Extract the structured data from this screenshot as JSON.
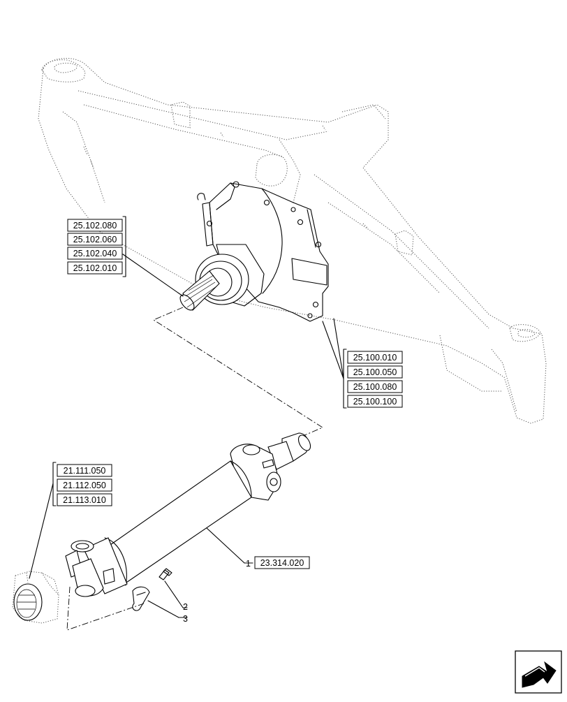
{
  "refs_axle_left": [
    "25.102.080",
    "25.102.060",
    "25.102.040",
    "25.102.010"
  ],
  "refs_axle_right": [
    "25.100.010",
    "25.100.050",
    "25.100.080",
    "25.100.100"
  ],
  "refs_yoke": [
    "21.111.050",
    "21.112.050",
    "21.113.010"
  ],
  "callouts": [
    {
      "num": "1",
      "ref": "23.314.020"
    },
    {
      "num": "2",
      "ref": ""
    },
    {
      "num": "3",
      "ref": ""
    }
  ],
  "nav_icon": "next-page-arrow-icon"
}
